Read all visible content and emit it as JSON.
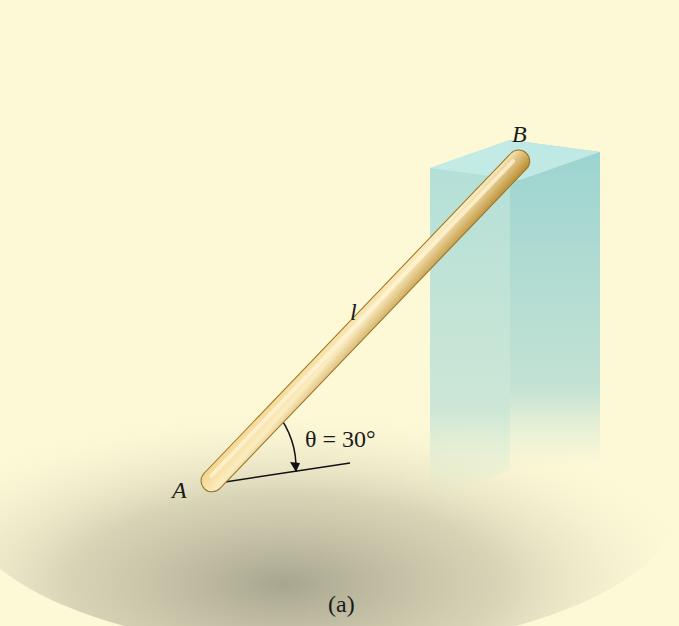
{
  "diagram": {
    "labels": [
      "B",
      "l",
      "θ = 30°",
      "A",
      "(a)"
    ]
  }
}
